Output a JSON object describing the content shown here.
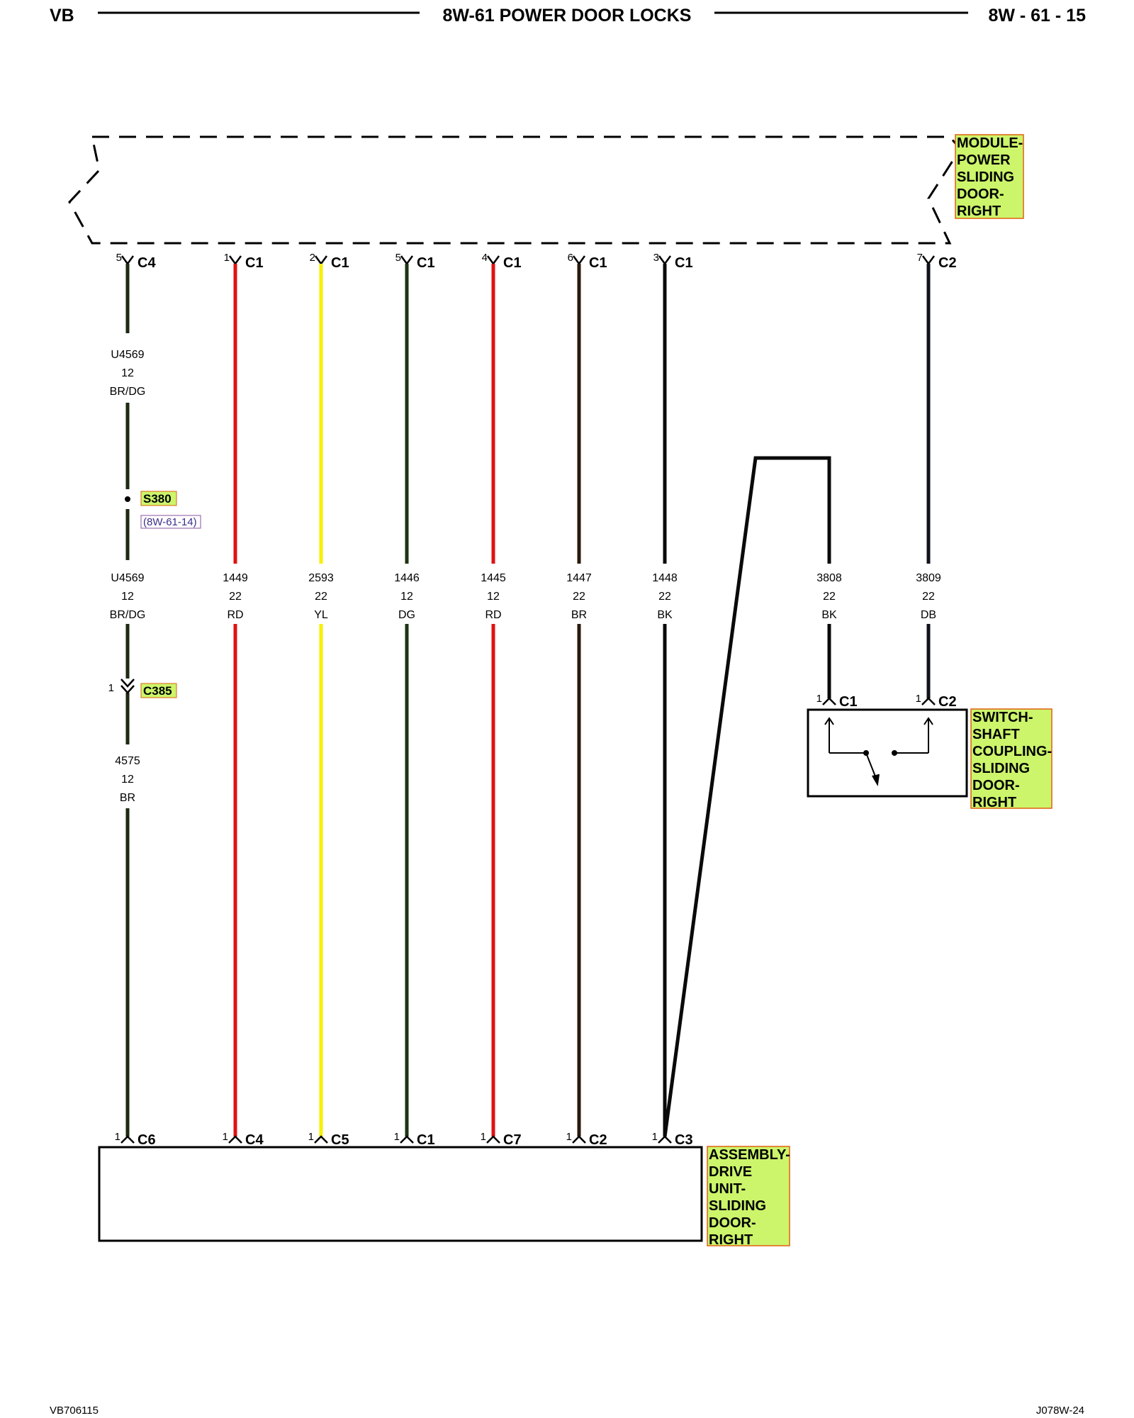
{
  "header": {
    "left": "VB",
    "title": "8W-61 POWER DOOR LOCKS",
    "right": "8W - 61 - 15"
  },
  "footer": {
    "left": "VB706115",
    "right": "J078W-24"
  },
  "components": {
    "module": [
      "MODULE-",
      "POWER",
      "SLIDING",
      "DOOR-",
      "RIGHT"
    ],
    "switch": [
      "SWITCH-",
      "SHAFT",
      "COUPLING-",
      "SLIDING",
      "DOOR-",
      "RIGHT"
    ],
    "assembly": [
      "ASSEMBLY-",
      "DRIVE",
      "UNIT-",
      "SLIDING",
      "DOOR-",
      "RIGHT"
    ]
  },
  "splice": {
    "name": "S380",
    "ref": "(8W-61-14)"
  },
  "inline_connector": {
    "pin": "1",
    "name": "C385"
  },
  "wires": [
    {
      "color": "#1e2a12",
      "top": {
        "pin": "5",
        "conn": "C4"
      },
      "bottom": {
        "pin": "1",
        "conn": "C6"
      },
      "upper_label": [
        "U4569",
        "12",
        "BR/DG"
      ],
      "mid_label": [
        "U4569",
        "12",
        "BR/DG"
      ],
      "lower_label": [
        "4575",
        "12",
        "BR"
      ]
    },
    {
      "color": "#e01212",
      "top": {
        "pin": "1",
        "conn": "C1"
      },
      "bottom": {
        "pin": "1",
        "conn": "C4"
      },
      "mid_label": [
        "1449",
        "22",
        "RD"
      ]
    },
    {
      "color": "#f5f000",
      "top": {
        "pin": "2",
        "conn": "C1"
      },
      "bottom": {
        "pin": "1",
        "conn": "C5"
      },
      "mid_label": [
        "2593",
        "22",
        "YL"
      ]
    },
    {
      "color": "#1c3312",
      "top": {
        "pin": "5",
        "conn": "C1"
      },
      "bottom": {
        "pin": "1",
        "conn": "C1"
      },
      "mid_label": [
        "1446",
        "12",
        "DG"
      ]
    },
    {
      "color": "#e01212",
      "top": {
        "pin": "4",
        "conn": "C1"
      },
      "bottom": {
        "pin": "1",
        "conn": "C7"
      },
      "mid_label": [
        "1445",
        "12",
        "RD"
      ]
    },
    {
      "color": "#2a1a0c",
      "top": {
        "pin": "6",
        "conn": "C1"
      },
      "bottom": {
        "pin": "1",
        "conn": "C2"
      },
      "mid_label": [
        "1447",
        "22",
        "BR"
      ]
    },
    {
      "color": "#0a0a0a",
      "top": {
        "pin": "3",
        "conn": "C1"
      },
      "bottom": {
        "pin": "1",
        "conn": "C3"
      },
      "mid_label": [
        "1448",
        "22",
        "BK"
      ]
    }
  ],
  "switch_wires": [
    {
      "color": "#0a0a0a",
      "mid_label": [
        "3808",
        "22",
        "BK"
      ],
      "bottom": {
        "pin": "1",
        "conn": "C1"
      }
    },
    {
      "color": "#10131c",
      "top": {
        "pin": "7",
        "conn": "C2"
      },
      "mid_label": [
        "3809",
        "22",
        "DB"
      ],
      "bottom": {
        "pin": "1",
        "conn": "C2"
      }
    }
  ]
}
